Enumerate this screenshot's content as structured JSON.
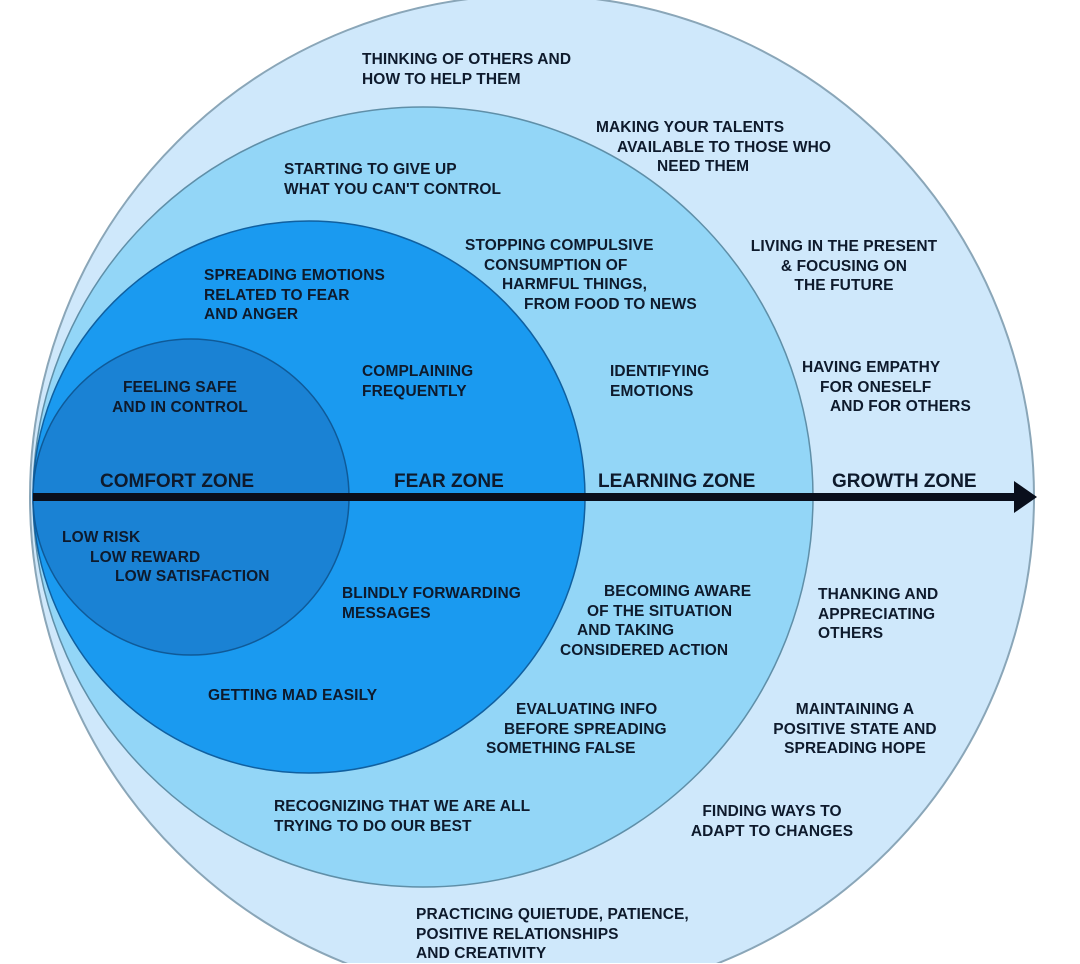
{
  "colors": {
    "growth": "#cfe8fb",
    "learning": "#93d6f7",
    "fear": "#1a9af0",
    "comfort": "#1a82d4",
    "text": "#0e1a2c",
    "arrow": "#0a0f1c"
  },
  "zones": {
    "comfort": "COMFORT ZONE",
    "fear": "FEAR ZONE",
    "learning": "LEARNING ZONE",
    "growth": "GROWTH ZONE"
  },
  "comfort": {
    "safe": [
      "FEELING SAFE",
      "AND IN CONTROL"
    ],
    "low": [
      "LOW RISK",
      "LOW REWARD",
      "LOW SATISFACTION"
    ]
  },
  "fear": {
    "spreading": [
      "SPREADING EMOTIONS",
      "RELATED TO FEAR",
      "AND ANGER"
    ],
    "complaining": [
      "COMPLAINING",
      "FREQUENTLY"
    ],
    "forwarding": [
      "BLINDLY FORWARDING",
      "MESSAGES"
    ],
    "mad": [
      "GETTING MAD EASILY"
    ]
  },
  "learning": {
    "give_up": [
      "STARTING TO GIVE UP",
      "WHAT YOU CAN'T CONTROL"
    ],
    "stopping": [
      "STOPPING COMPULSIVE",
      "CONSUMPTION OF",
      "HARMFUL THINGS,",
      "FROM FOOD TO NEWS"
    ],
    "identifying": [
      "IDENTIFYING",
      "EMOTIONS"
    ],
    "aware": [
      "BECOMING AWARE",
      "OF THE SITUATION",
      "AND TAKING",
      "CONSIDERED ACTION"
    ],
    "evaluating": [
      "EVALUATING INFO",
      "BEFORE SPREADING",
      "SOMETHING FALSE"
    ],
    "recognizing": [
      "RECOGNIZING THAT WE ARE ALL",
      "TRYING TO DO OUR BEST"
    ]
  },
  "growth": {
    "thinking": [
      "THINKING OF OTHERS AND",
      "HOW TO HELP THEM"
    ],
    "talents": [
      "MAKING YOUR TALENTS",
      "AVAILABLE TO THOSE WHO",
      "NEED THEM"
    ],
    "present": [
      "LIVING IN THE PRESENT",
      "& FOCUSING ON",
      "THE FUTURE"
    ],
    "empathy": [
      "HAVING EMPATHY",
      "FOR ONESELF",
      "AND FOR OTHERS"
    ],
    "thanking": [
      "THANKING AND",
      "APPRECIATING",
      "OTHERS"
    ],
    "positive": [
      "MAINTAINING A",
      "POSITIVE STATE AND",
      "SPREADING HOPE"
    ],
    "adapt": [
      "FINDING WAYS TO",
      "ADAPT TO CHANGES"
    ],
    "quietude": [
      "PRACTICING QUIETUDE, PATIENCE,",
      "POSITIVE RELATIONSHIPS",
      "AND CREATIVITY"
    ]
  }
}
